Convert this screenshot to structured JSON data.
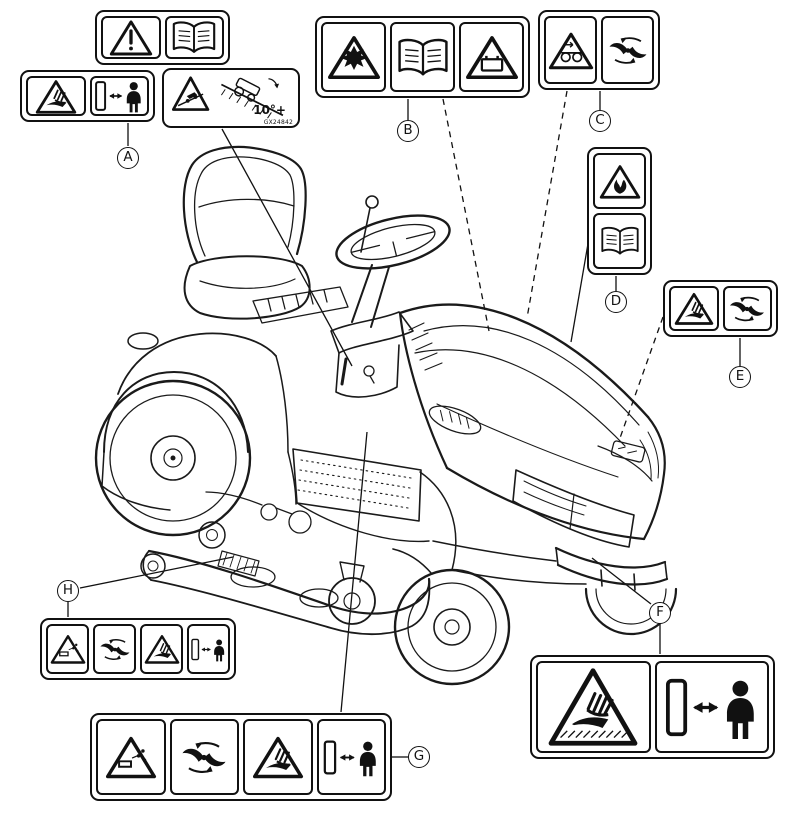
{
  "figure": {
    "kind": "safety-decal-location-diagram",
    "subject": "riding lawn tractor line drawing with lettered safety labels"
  },
  "callouts": {
    "a": "A",
    "b": "B",
    "c": "C",
    "d": "D",
    "e": "E",
    "f": "F",
    "g": "G",
    "h": "H"
  },
  "labels": {
    "warn_book": {
      "icons": [
        "warning-alert-triangle",
        "read-operators-manual"
      ]
    },
    "a": {
      "icons": [
        "hand-cut-hazard-triangle",
        "keep-bystanders-away"
      ]
    },
    "slope": {
      "icons": [
        "slope-rollover-hazard-triangle",
        "tractor-on-slope"
      ],
      "degree_text": "10°+",
      "part_code": "GX24842"
    },
    "b": {
      "icons": [
        "explosion-hazard-triangle",
        "read-operators-manual",
        "battery-hazard-triangle"
      ]
    },
    "c": {
      "icons": [
        "belt-pinch-hazard-triangle",
        "rotating-blades"
      ]
    },
    "d": {
      "icons": [
        "fire-hazard-triangle",
        "read-operators-manual"
      ]
    },
    "e": {
      "icons": [
        "cut-hazard-triangle",
        "rotating-blades"
      ]
    },
    "f": {
      "icons": [
        "blade-contact-hazard-triangle",
        "keep-distance"
      ]
    },
    "g": {
      "icons": [
        "thrown-object-hazard-triangle",
        "rotating-blades",
        "cut-hazard-triangle",
        "keep-distance"
      ]
    },
    "h": {
      "icons": [
        "thrown-object-hazard-triangle",
        "rotating-blades",
        "cut-hazard-triangle",
        "keep-distance"
      ]
    }
  }
}
